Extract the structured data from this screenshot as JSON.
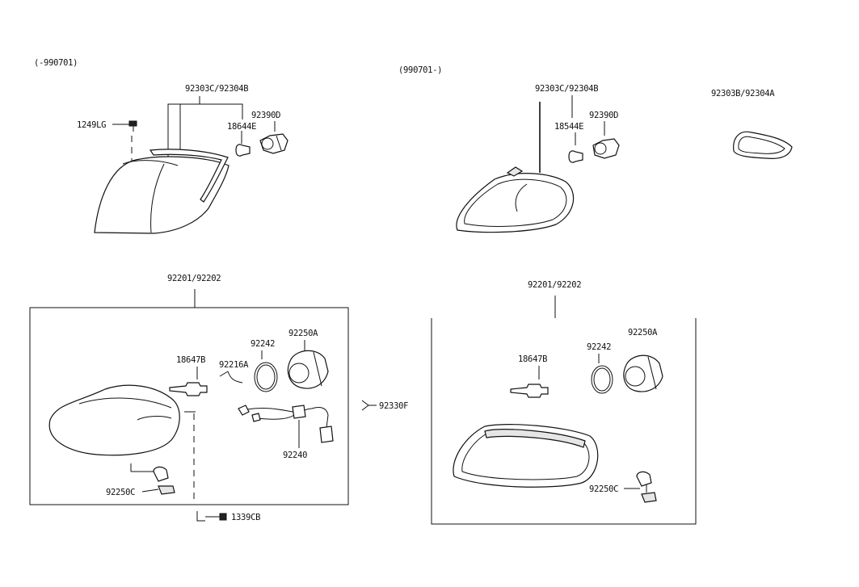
{
  "date_ranges": {
    "left": "(-990701)",
    "right": "(990701-)"
  },
  "part_numbers": {
    "left_corner_lamp": "92303C/92304B",
    "left_screw": "1249LG",
    "left_bulb": "18644E",
    "left_socket": "92390D",
    "right_corner_lamp": "92303C/92304B",
    "right_bulb": "18544E",
    "right_socket": "92390D",
    "right_lens": "92303B/92304A",
    "left_fog_assy": "92201/92202",
    "left_fog_bulb": "18647B",
    "left_clip": "92216A",
    "left_gasket": "92242",
    "left_fog_socket": "92250A",
    "left_harness": "92240",
    "left_bracket": "92250C",
    "left_bolt": "1339CB",
    "center_connector": "92330F",
    "right_fog_assy": "92201/92202",
    "right_fog_bulb": "18647B",
    "right_gasket": "92242",
    "right_fog_socket": "92250A",
    "right_bracket": "92250C"
  },
  "colors": {
    "line": "#111111",
    "background": "#ffffff"
  }
}
